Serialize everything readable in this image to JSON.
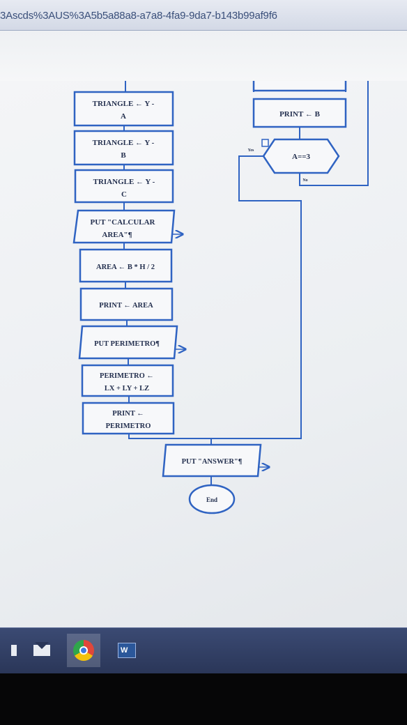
{
  "browser": {
    "url_fragment": "3Ascds%3AUS%3A5b5a88a8-a7a8-4fa9-9da7-b143b99af9f6"
  },
  "flowchart": {
    "left_column": {
      "triangle_a": [
        "TRIANGLE ← Y -",
        "A"
      ],
      "triangle_b": [
        "TRIANGLE ← Y -",
        "B"
      ],
      "triangle_c": [
        "TRIANGLE ← Y -",
        "C"
      ],
      "put_area": [
        "PUT \"CALCULAR",
        "AREA\"¶"
      ],
      "area_calc": "AREA ← B * H / 2",
      "print_area": "PRINT ← AREA",
      "put_perimetro": "PUT PERIMETRO¶",
      "perimetro_calc": [
        "PERIMETRO ←",
        "LX + LY + LZ"
      ],
      "print_perimetro": [
        "PRINT ←",
        "PERIMETRO"
      ]
    },
    "right_column": {
      "print_b": "PRINT ← B",
      "decision": "A==3",
      "yes_label": "Yes",
      "no_label": "No"
    },
    "put_answer": "PUT \"ANSWER\"¶",
    "end_label": "End",
    "colors": {
      "line": "#2f63c2",
      "text": "#24304f",
      "box_fill": "#f7f8fa"
    }
  },
  "taskbar": {
    "apps": [
      {
        "name": "partial-app-icon"
      },
      {
        "name": "mail-icon"
      },
      {
        "name": "chrome-icon"
      },
      {
        "name": "word-icon",
        "label": "W"
      }
    ]
  }
}
